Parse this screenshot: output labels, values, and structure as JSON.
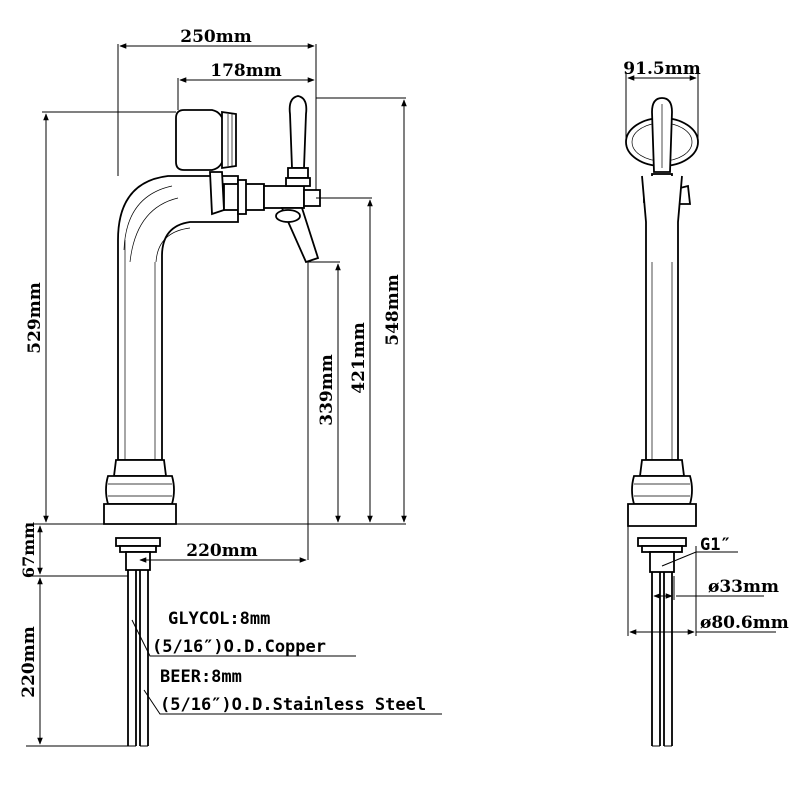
{
  "front_view": {
    "dim_width": "250mm",
    "dim_offset": "178mm",
    "dim_total_height": "529mm",
    "dim_tap_height": "548mm",
    "dim_spout_height": "421mm",
    "dim_spout_bottom": "339mm",
    "dim_base": "67mm",
    "dim_reach": "220mm",
    "dim_tube_length": "220mm",
    "note_glycol": "GLYCOL:8mm",
    "note_glycol_spec": "(5/16″)O.D.Copper",
    "note_beer": "BEER:8mm",
    "note_beer_spec": "(5/16″)O.D.Stainless Steel"
  },
  "side_view": {
    "dim_width": "91.5mm",
    "thread": "G1″",
    "dim_shank": "ø33mm",
    "dim_flange": "ø80.6mm"
  }
}
